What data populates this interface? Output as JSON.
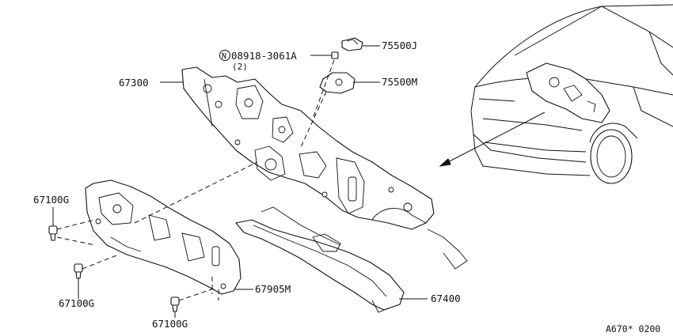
{
  "labels": {
    "p67300": "67300",
    "p75500j": "75500J",
    "p75500m": "75500M",
    "bolt_code": "08918-3061A",
    "bolt_qty": "(2)",
    "bolt_marker": "N",
    "p67100g_a": "67100G",
    "p67100g_b": "67100G",
    "p67100g_c": "67100G",
    "p67905m": "67905M",
    "p67400": "67400"
  },
  "footer": {
    "code": "A670* 0200"
  }
}
